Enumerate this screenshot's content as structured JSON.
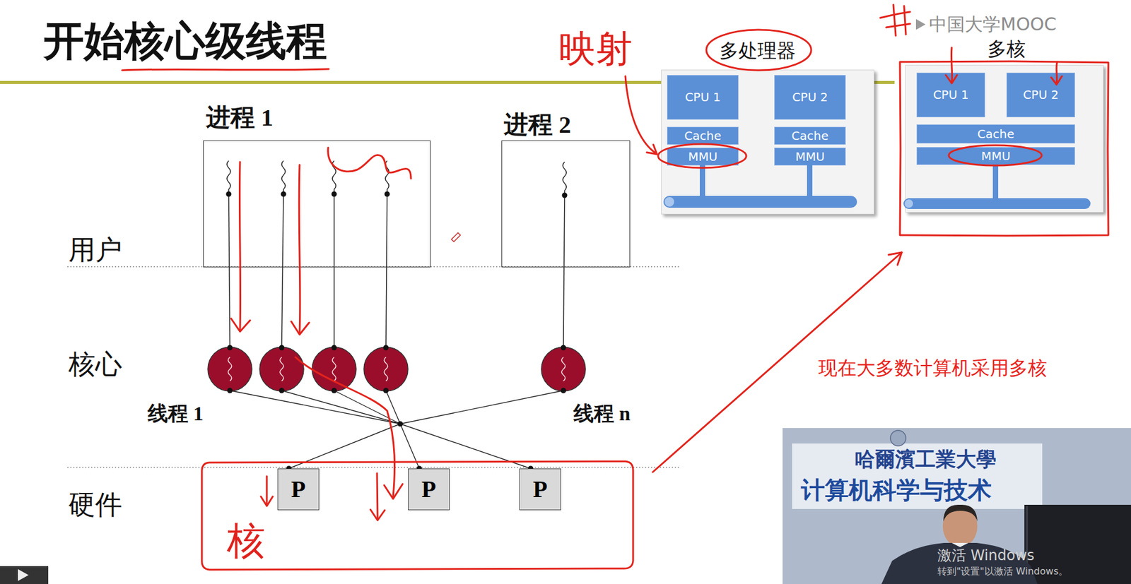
{
  "diagram": {
    "title": "开始核心级线程",
    "nodes": [
      {
        "text": [
          "多处理器"
        ]
      },
      {
        "text": [
          "CPU 1"
        ],
        "in": 0
      },
      {
        "text": [
          "Cache"
        ],
        "in": 0
      },
      {
        "text": [
          "MMU"
        ],
        "in": 0
      },
      {
        "text": [
          "CPU 2"
        ],
        "in": 0
      },
      {
        "text": [
          "Cache"
        ],
        "in": 0
      },
      {
        "text": [
          "MMU"
        ],
        "in": 0
      },
      {
        "text": [
          "多核"
        ]
      },
      {
        "text": [
          "CPU 1"
        ],
        "in": 7
      },
      {
        "text": [
          "CPU 2"
        ],
        "in": 7
      },
      {
        "text": [
          "Cache"
        ],
        "in": 7
      },
      {
        "text": [
          "MMU"
        ],
        "in": 7
      },
      {
        "text": [
          "进程 1"
        ]
      },
      {
        "text": [
          "进程 2"
        ]
      },
      {
        "text": [
          "P"
        ]
      },
      {
        "text": [
          "P"
        ]
      },
      {
        "text": [
          "P"
        ]
      }
    ],
    "labels": [
      "映射",
      "中国大学MOOC",
      "用户",
      "核心",
      "线程 1",
      "线程 n",
      "现在大多数计算机采用多核",
      "硬件",
      "核",
      "哈爾濱工業大學",
      "计算机科学与技术",
      "激活 Windows",
      "转到\"设置\"以激活 Windows。"
    ]
  }
}
